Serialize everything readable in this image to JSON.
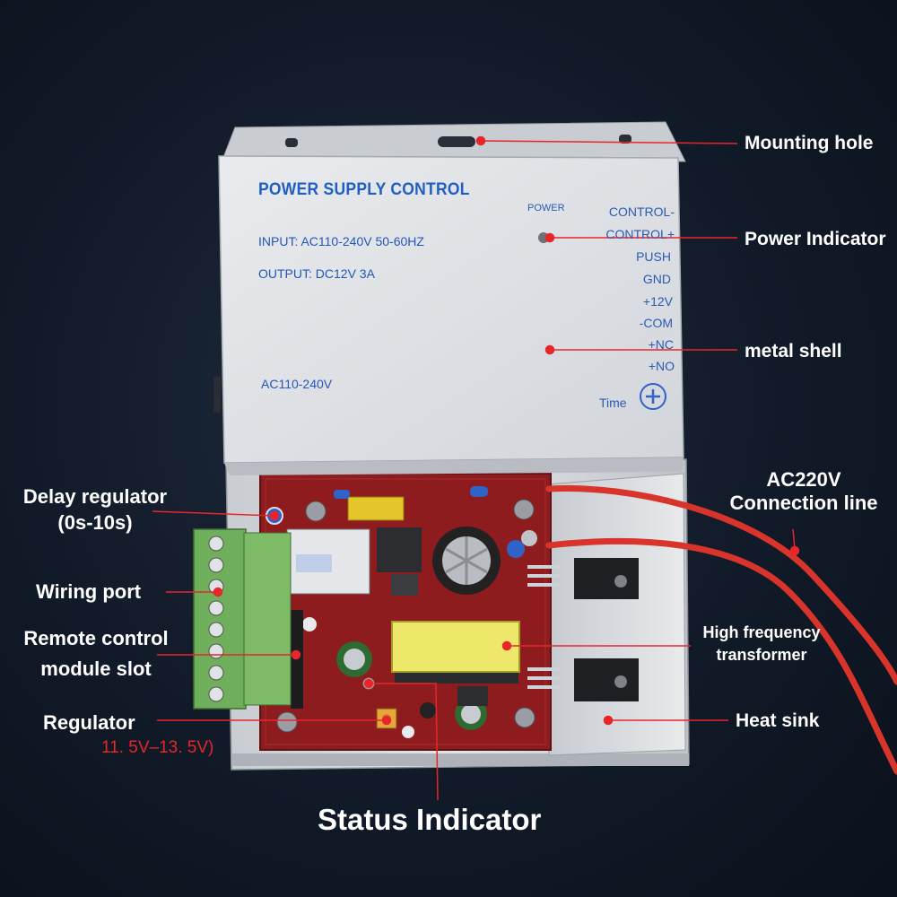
{
  "panel": {
    "brand": "POWER SUPPLY CONTROL",
    "input_spec": "INPUT: AC110-240V 50-60HZ",
    "output_spec": "OUTPUT: DC12V 3A",
    "ac_label": "AC110-240V",
    "power_label": "POWER",
    "time_label": "Time",
    "terminals": [
      "CONTROL-",
      "CONTROL+",
      "PUSH",
      "GND",
      "+12V",
      "-COM",
      "+NC",
      "+NO"
    ]
  },
  "callouts": {
    "mounting_hole": "Mounting hole",
    "power_indicator": "Power Indicator",
    "metal_shell": "metal shell",
    "ac220v_line1": "AC220V",
    "ac220v_line2": "Connection line",
    "hf_transformer_line1": "High frequency",
    "hf_transformer_line2": "transformer",
    "heat_sink": "Heat sink",
    "delay_regulator_line1": "Delay regulator",
    "delay_regulator_line2": "(0s-10s)",
    "wiring_port": "Wiring port",
    "remote_slot_line1": "Remote control",
    "remote_slot_line2": "module slot",
    "regulator": "Regulator",
    "regulator_range": "11. 5V–13. 5V)",
    "status_indicator": "Status Indicator"
  },
  "colors": {
    "background": "#111a28",
    "leader_line": "#e8262a",
    "panel_text": "#1f5fc4",
    "pcb": "#8e1c1e",
    "terminal_block": "#6fae5a",
    "transformer": "#ede76a"
  }
}
